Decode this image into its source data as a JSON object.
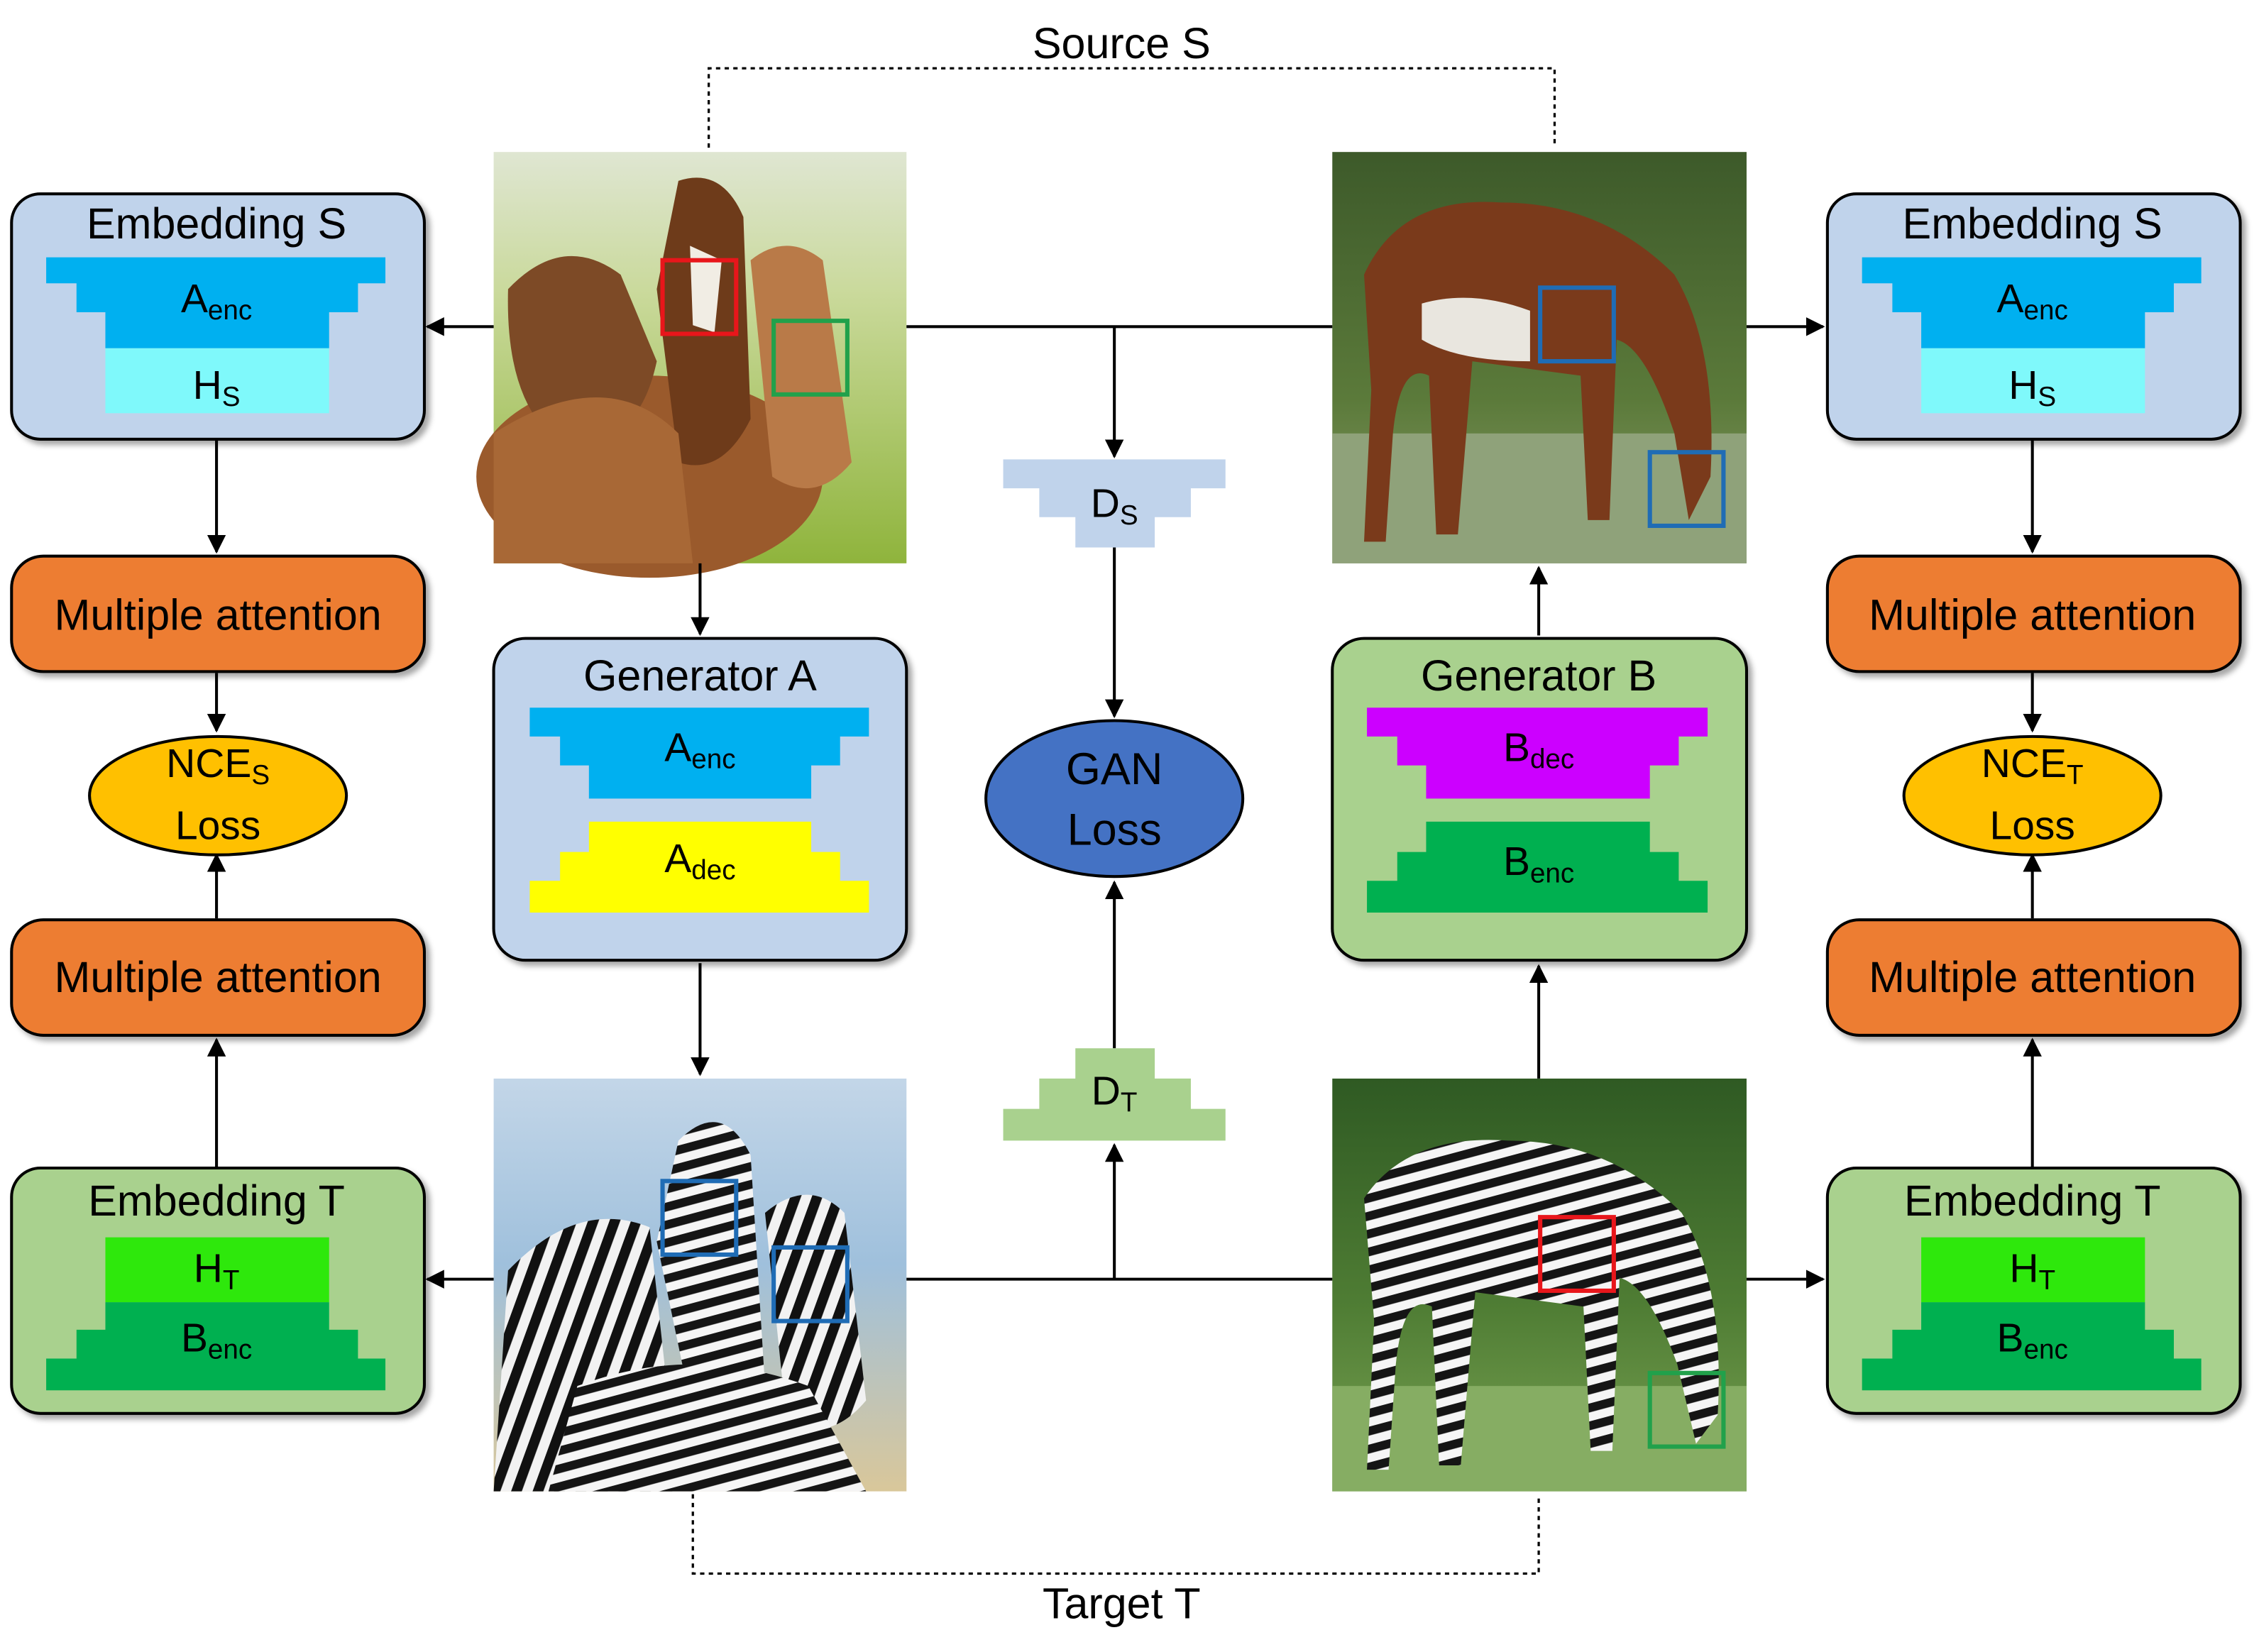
{
  "caption_source": "Source S",
  "caption_target": "Target T",
  "embedding_s_left": {
    "title": "Embedding S",
    "enc": {
      "base": "A",
      "sub": "enc"
    },
    "head": {
      "base": "H",
      "sub": "S"
    }
  },
  "embedding_s_right": {
    "title": "Embedding S",
    "enc": {
      "base": "A",
      "sub": "enc"
    },
    "head": {
      "base": "H",
      "sub": "S"
    }
  },
  "embedding_t_left": {
    "title": "Embedding T",
    "head": {
      "base": "H",
      "sub": "T"
    },
    "enc": {
      "base": "B",
      "sub": "enc"
    }
  },
  "embedding_t_right": {
    "title": "Embedding T",
    "head": {
      "base": "H",
      "sub": "T"
    },
    "enc": {
      "base": "B",
      "sub": "enc"
    }
  },
  "attention": {
    "left_top": "Multiple attention",
    "left_bottom": "Multiple attention",
    "right_top": "Multiple attention",
    "right_bottom": "Multiple attention"
  },
  "nce_left": {
    "base": "NCE",
    "sub": "S",
    "line2": "Loss"
  },
  "nce_right": {
    "base": "NCE",
    "sub": "T",
    "line2": "Loss"
  },
  "generator_a": {
    "title": "Generator A",
    "enc": {
      "base": "A",
      "sub": "enc"
    },
    "dec": {
      "base": "A",
      "sub": "dec"
    }
  },
  "generator_b": {
    "title": "Generator B",
    "dec": {
      "base": "B",
      "sub": "dec"
    },
    "enc": {
      "base": "B",
      "sub": "enc"
    }
  },
  "discriminator_s": {
    "base": "D",
    "sub": "S"
  },
  "discriminator_t": {
    "base": "D",
    "sub": "T"
  },
  "gan_loss": {
    "line1": "GAN",
    "line2": "Loss"
  },
  "colors": {
    "blue_box": "#c0d3eb",
    "green_box": "#a9d18e",
    "attention": "#ed7d31",
    "nce": "#ffc000",
    "gan": "#4472c4",
    "a_enc": "#00b0f0",
    "h_s": "#7ff9fb",
    "a_dec": "#ffff00",
    "b_dec": "#cc00ff",
    "b_enc": "#00b050",
    "h_t": "#2ee80c",
    "d_s": "#c0d3eb",
    "d_t": "#a9d18e"
  }
}
